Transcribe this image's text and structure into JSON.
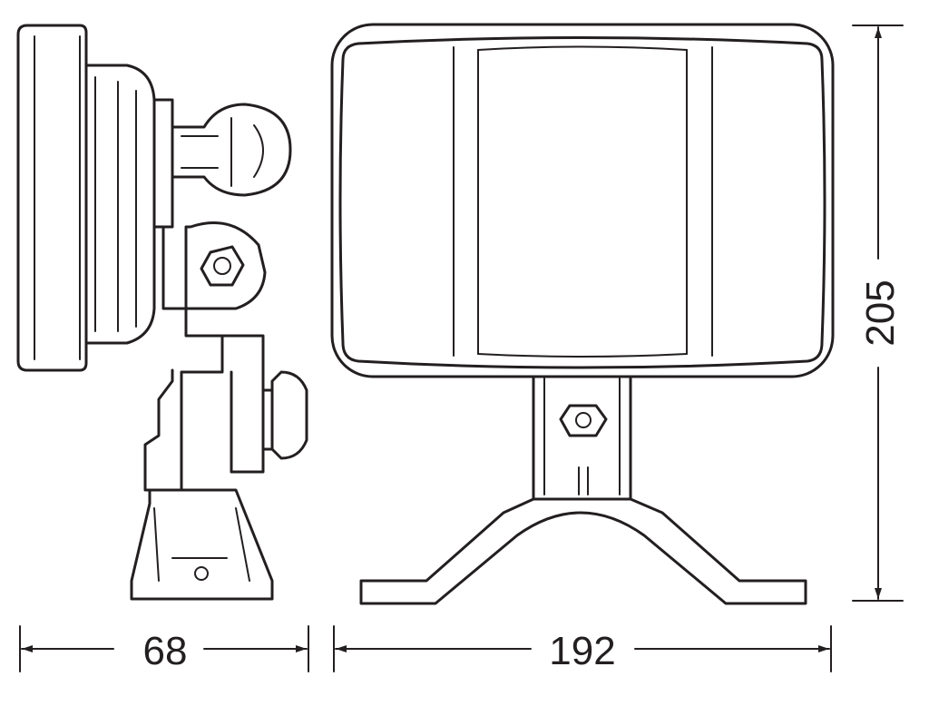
{
  "dimensions": {
    "depth": "68",
    "width": "192",
    "height": "205"
  },
  "colors": {
    "line": "#231f20",
    "background": "#ffffff"
  }
}
